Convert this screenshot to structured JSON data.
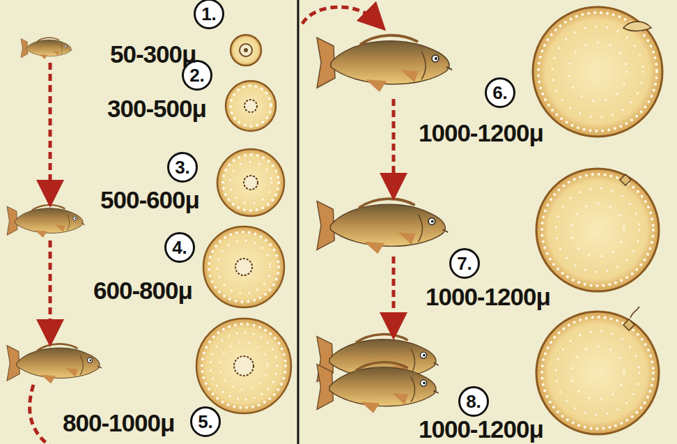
{
  "diagram": {
    "nodes": [
      {
        "text": [
          "1."
        ]
      },
      {
        "text": [
          "2."
        ]
      },
      {
        "text": [
          "3."
        ]
      },
      {
        "text": [
          "4."
        ]
      },
      {
        "text": [
          "5."
        ]
      },
      {
        "text": [
          "6."
        ]
      },
      {
        "text": [
          "7."
        ]
      },
      {
        "text": [
          "8."
        ]
      }
    ],
    "labels": [
      "50-300μ",
      "300-500μ",
      "500-600μ",
      "600-800μ",
      "800-1000μ",
      "1000-1200μ",
      "1000-1200μ",
      "1000-1200μ"
    ]
  }
}
